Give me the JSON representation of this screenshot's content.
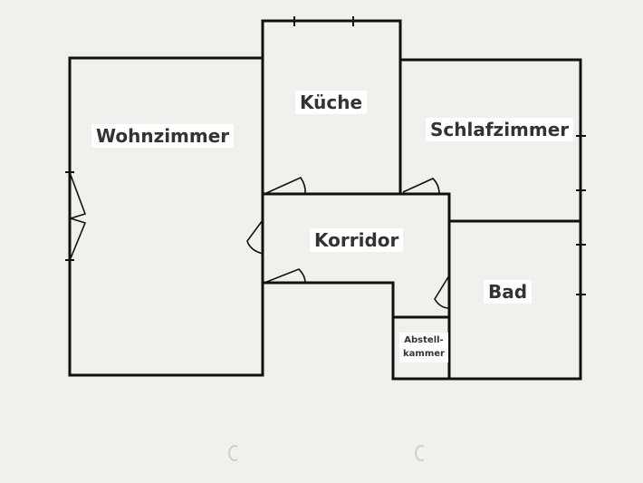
{
  "rooms": {
    "wohnzimmer": "Wohnzimmer",
    "kueche": "Küche",
    "schlafzimmer": "Schlafzimmer",
    "korridor": "Korridor",
    "bad": "Bad",
    "abstellkammer_line1": "Abstell-",
    "abstellkammer_line2": "kammer"
  },
  "colors": {
    "wall": "#111111",
    "paper": "#f1f0ec",
    "label_bg": "#ffffff",
    "label_text": "#333333"
  }
}
